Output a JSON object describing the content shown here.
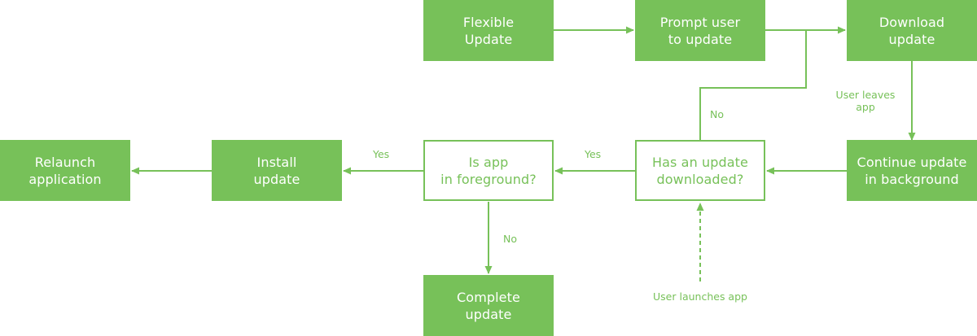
{
  "colors": {
    "accent": "#77c159",
    "text_on_accent": "#ffffff",
    "background": "#ffffff"
  },
  "nodes": {
    "flexible_update": "Flexible\nUpdate",
    "prompt_user": "Prompt user\nto update",
    "download_update": "Download\nupdate",
    "relaunch_application": "Relaunch\napplication",
    "install_update": "Install\nupdate",
    "is_app_in_foreground": "Is app\nin foreground?",
    "has_update_downloaded": "Has an update\ndownloaded?",
    "continue_update": "Continue update\nin background",
    "complete_update": "Complete\nupdate"
  },
  "edge_labels": {
    "no_to_download": "No",
    "user_leaves_app": "User leaves\napp",
    "yes_install": "Yes",
    "yes_foreground": "Yes",
    "no_complete": "No",
    "user_launches_app": "User launches app"
  }
}
